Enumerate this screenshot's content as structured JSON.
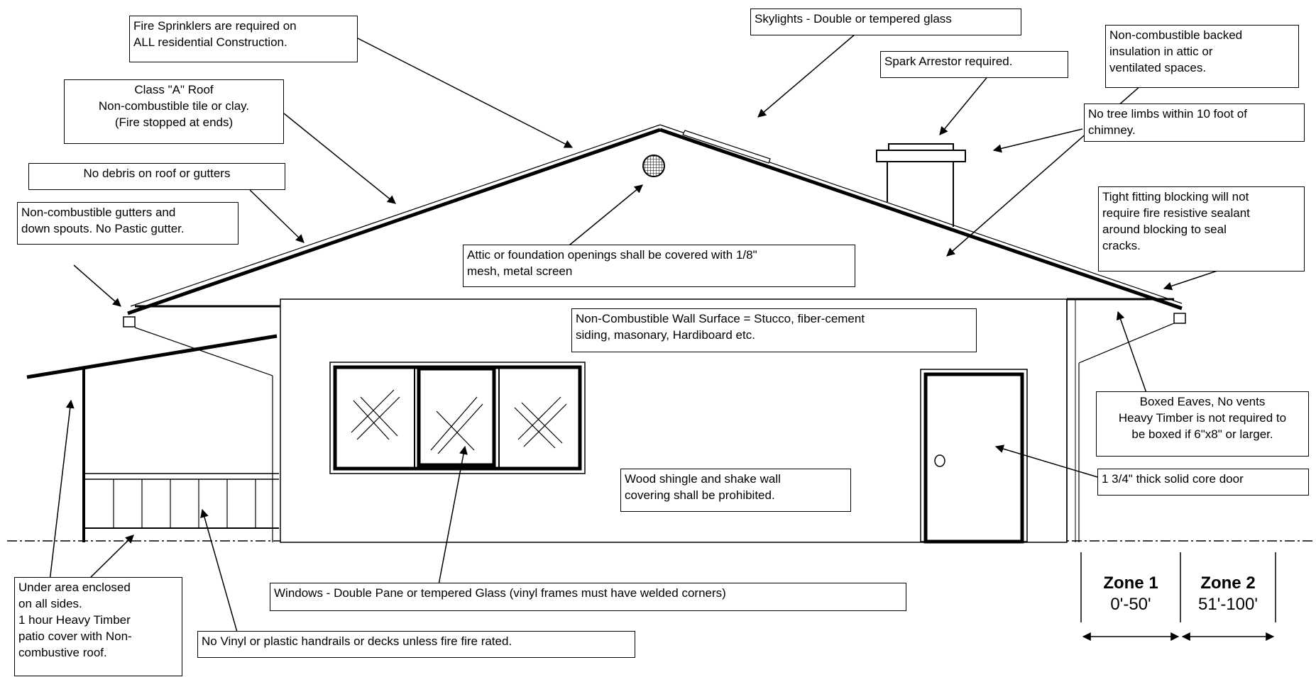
{
  "notes": {
    "sprinklers": "Fire Sprinklers are required on\nALL residential Construction.",
    "skylights": "Skylights - Double or tempered glass",
    "spark_arrestor": "Spark Arrestor required.",
    "attic_insulation": "Non-combustible backed\ninsulation in attic or\nventilated spaces.",
    "class_a_roof": "Class \"A\" Roof\nNon-combustible tile or clay.\n(Fire stopped at ends)",
    "tree_limbs": "No tree limbs within 10 foot  of\nchimney.",
    "no_debris": "No debris on roof or gutters",
    "gutters": "Non-combustible gutters and\ndown spouts. No Pastic gutter.",
    "blocking": "Tight fitting blocking will not\nrequire fire resistive sealant\naround blocking to seal\ncracks.",
    "attic_openings": "Attic or foundation openings shall be covered with 1/8\"\nmesh, metal screen",
    "wall_surface": "Non-Combustible Wall Surface = Stucco, fiber-cement\nsiding, masonary, Hardiboard etc.",
    "boxed_eaves": "Boxed Eaves,    No vents\nHeavy Timber is not required to\nbe boxed if 6\"x8\" or larger.",
    "wood_shingle": "Wood shingle and shake wall\ncovering shall be prohibited.",
    "door": "1 3/4\" thick solid  core door",
    "under_area": "Under area enclosed\non all sides.\n1 hour Heavy Timber\npatio cover with Non-\ncombustive roof.",
    "windows": "Windows - Double Pane or tempered Glass (vinyl frames must have welded corners)",
    "handrails": "No Vinyl or plastic handrails or decks unless fire fire rated."
  },
  "zones": [
    {
      "title": "Zone 1",
      "range": "0'-50'"
    },
    {
      "title": "Zone 2",
      "range": "51'-100'"
    }
  ]
}
